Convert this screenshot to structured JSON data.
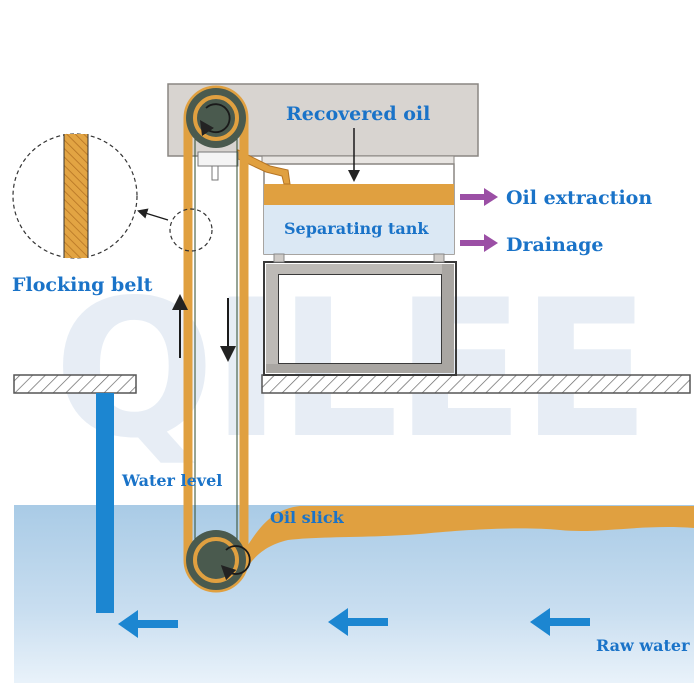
{
  "labels": {
    "recovered_oil": "Recovered oil",
    "oil_extraction": "Oil extraction",
    "separating_tank": "Separating tank",
    "drainage": "Drainage",
    "flocking_belt": "Flocking belt",
    "water_level": "Water level",
    "oil_slick": "Oil slick",
    "raw_water": "Raw water"
  },
  "watermark": "QILEE",
  "colors": {
    "label_blue": "#1a73c8",
    "oil_orange": "#e8a23a",
    "water_blue": "#b9d6ec",
    "pipe_blue": "#1c86d1",
    "outlet_arrow": "#9b4fa5",
    "housing_gray": "#d8d4d0",
    "roller_dark": "#4a5a4e",
    "frame_gray": "#bdbab6"
  }
}
